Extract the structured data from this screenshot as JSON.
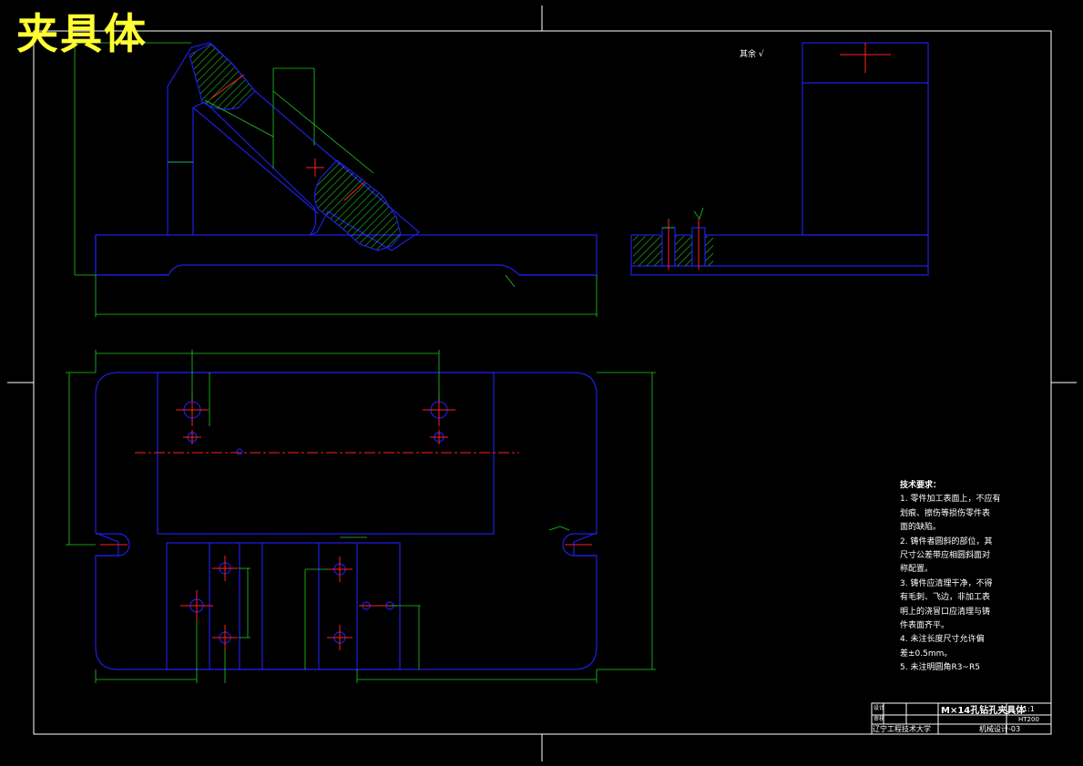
{
  "drawing_title": "夹具体",
  "surface_note": "其余",
  "tech_requirements": {
    "heading": "技术要求：",
    "lines": [
      "1. 零件加工表面上，不应有",
      "划痕、擦伤等损伤零件表",
      "面的缺陷。",
      "2. 铸件者圆斜的部位，其",
      "尺寸公差带应相圆斜面对",
      "称配置。",
      "3. 铸件应清理干净，不得",
      "有毛刺、飞边，非加工表",
      "明上的浇冒口应清理与铸",
      "件表面齐平。",
      "4. 未注长度尺寸允许偏",
      "差±0.5mm。",
      "5. 未注明圆角R3~R5"
    ]
  },
  "title_block": {
    "part_name": "M×14孔钻孔夹具体",
    "scale": "1:1",
    "number": "HT200",
    "school": "辽宁工程技术大学",
    "drawing_no": "机械设计-03",
    "role_design": "设计",
    "role_check": "审核"
  },
  "colors": {
    "outline": "#1e1ee6",
    "dimension": "#22c822",
    "centerline": "#ff2020",
    "frame": "#ffffff",
    "hatch": "#22c822",
    "title": "#ffff33"
  }
}
